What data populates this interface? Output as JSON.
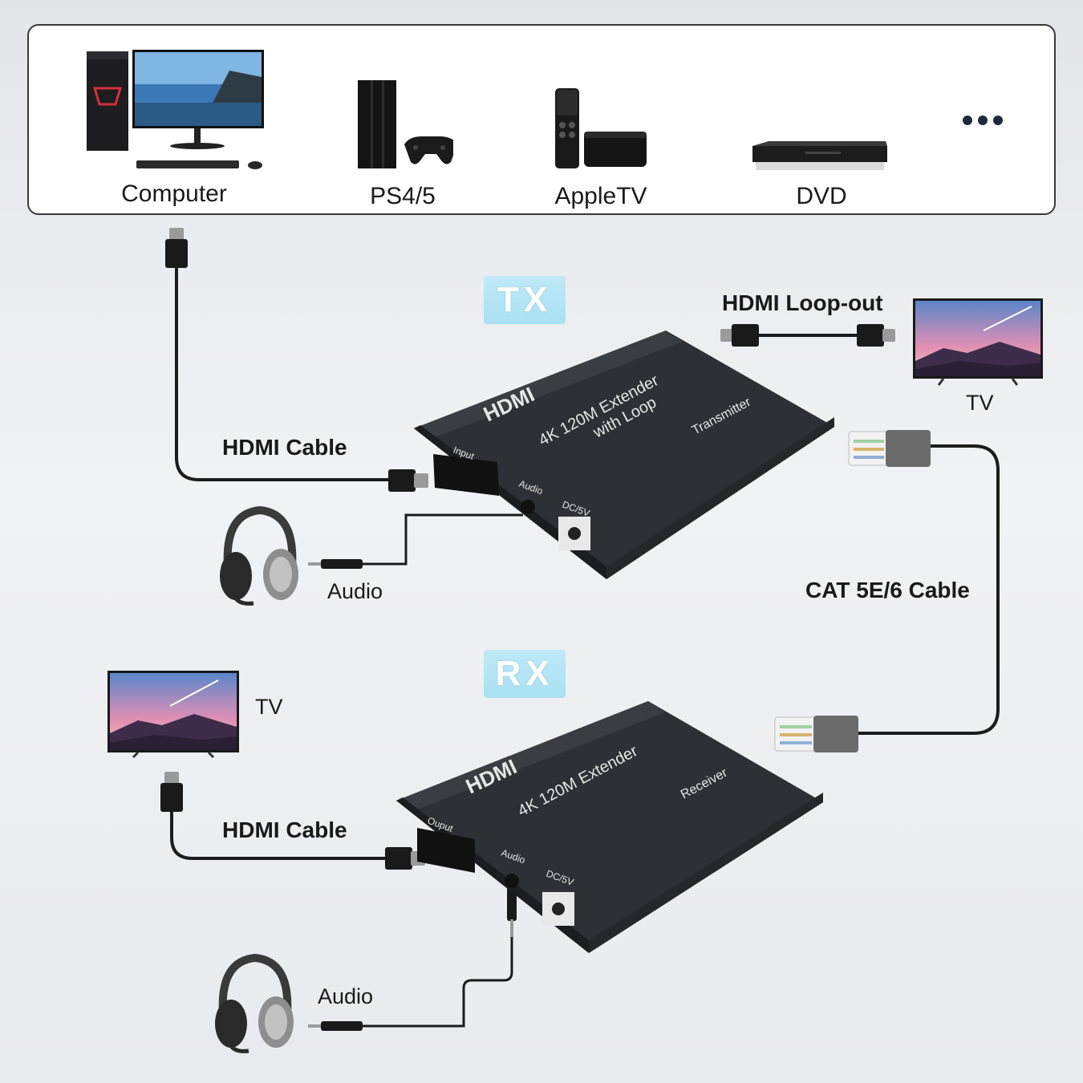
{
  "sources": {
    "computer_label": "Computer",
    "ps_label": "PS4/5",
    "appletv_label": "AppleTV",
    "dvd_label": "DVD",
    "more_label": "..."
  },
  "tx": {
    "badge": "TX",
    "loop_label": "HDMI Loop-out",
    "tv_label": "TV",
    "cable_label": "HDMI Cable",
    "audio_label": "Audio",
    "device": {
      "brand": "HDMI",
      "model": "4K 120M Extender",
      "model_line2": "with Loop",
      "role": "Transmitter",
      "port_input": "Input",
      "port_audio": "Audio",
      "port_power": "DC/5V"
    }
  },
  "cat_label": "CAT 5E/6 Cable",
  "rx": {
    "badge": "RX",
    "tv_label": "TV",
    "cable_label": "HDMI Cable",
    "audio_label": "Audio",
    "device": {
      "brand": "HDMI",
      "model": "4K 120M Extender",
      "role": "Receiver",
      "port_output": "Ouput",
      "port_audio": "Audio",
      "port_power": "DC/5V"
    }
  },
  "colors": {
    "badge": "#a9e1f3",
    "device_body": "#2b2d31",
    "cable": "#1c1c1c"
  }
}
